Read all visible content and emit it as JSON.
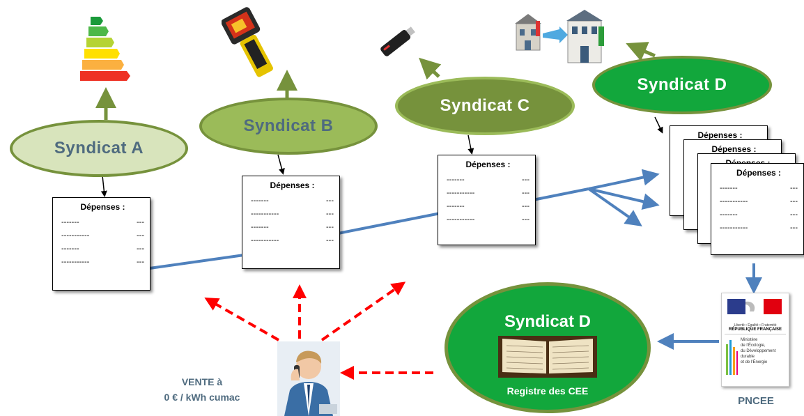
{
  "syndicats": {
    "a": {
      "label": "Syndicat  A",
      "color": "#d8e4bc",
      "border": "#76923c",
      "text_color": "#4f6b7f"
    },
    "b": {
      "label": "Syndicat  B",
      "color": "#9bbb59",
      "border": "#76923c",
      "text_color": "#4f6b7f"
    },
    "c": {
      "label": "Syndicat  C",
      "color": "#76923c",
      "border": "#6a8532",
      "text_color": "#ffffff"
    },
    "d_top": {
      "label": "Syndicat  D",
      "color": "#12a73c",
      "border": "#76923c",
      "text_color": "#ffffff"
    },
    "d_registry": {
      "label": "Syndicat  D",
      "sublabel": "Registre des CEE",
      "color": "#12a73c",
      "border": "#76923c",
      "text_color": "#ffffff"
    }
  },
  "doc": {
    "title": "Dépenses :",
    "rows": [
      {
        "name": "-------",
        "value": "---"
      },
      {
        "name": "-----------",
        "value": "---"
      },
      {
        "name": "-------",
        "value": "---"
      },
      {
        "name": "-----------",
        "value": "---"
      }
    ]
  },
  "sale": {
    "line1": "VENTE à",
    "line2": "0 € / kWh cumac"
  },
  "pncee": {
    "label": "PNCEE",
    "republique": "RÉPUBLIQUE FRANÇAISE",
    "motto": "Liberté • Égalité • Fraternité",
    "ministere_lines": [
      "Ministère",
      "de l'Écologie,",
      "du Développement",
      "durable",
      "et de l'Énergie"
    ]
  },
  "icons": {
    "a": "energy-label-icon",
    "b": "thermal-camera-icon",
    "c": "data-logger-icon",
    "d": "building-renovation-icon",
    "registry": "ledger-book-icon",
    "person": "businessman-phone-icon"
  },
  "colors": {
    "flow_line": "#4f81bd",
    "sale_arrow": "#ff0000",
    "up_arrow": "#76923c"
  }
}
